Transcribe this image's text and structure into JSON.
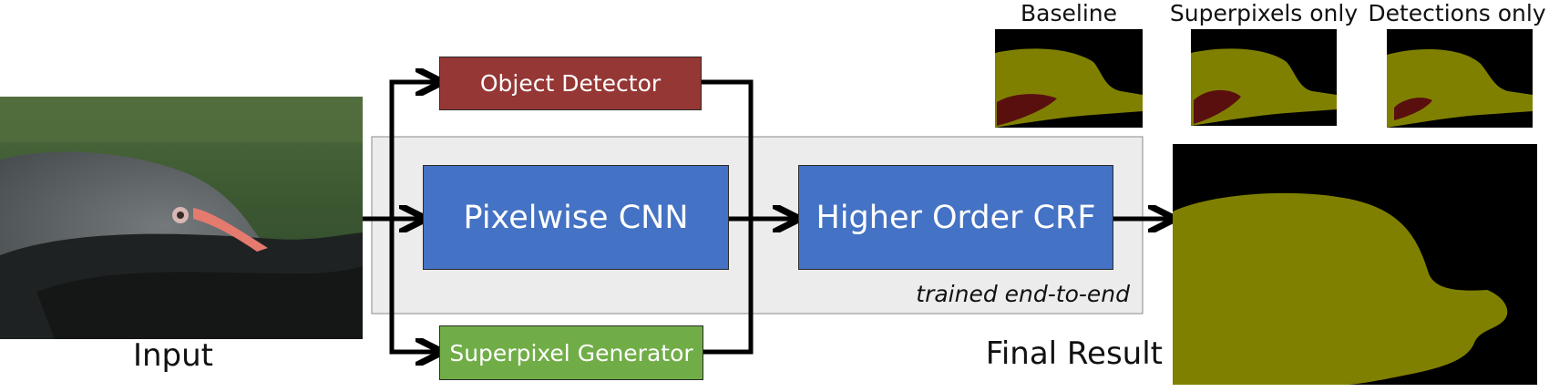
{
  "input_label": "Input",
  "modules": {
    "object_detector": "Object Detector",
    "pixelwise_cnn": "Pixelwise CNN",
    "higher_order_crf": "Higher Order CRF",
    "superpixel_generator": "Superpixel Generator"
  },
  "trained_label": "trained end-to-end",
  "final_label": "Final Result",
  "comparisons": [
    "Baseline",
    "Superpixels only",
    "Detections only"
  ],
  "colors": {
    "detector": "#953735",
    "cnn": "#4472c4",
    "crf": "#4472c4",
    "superpixel": "#70ad47",
    "trained_bg": "#ececec",
    "segment_fg": "#808000",
    "segment_err": "#5a0f0f",
    "segment_bg": "#000000"
  }
}
